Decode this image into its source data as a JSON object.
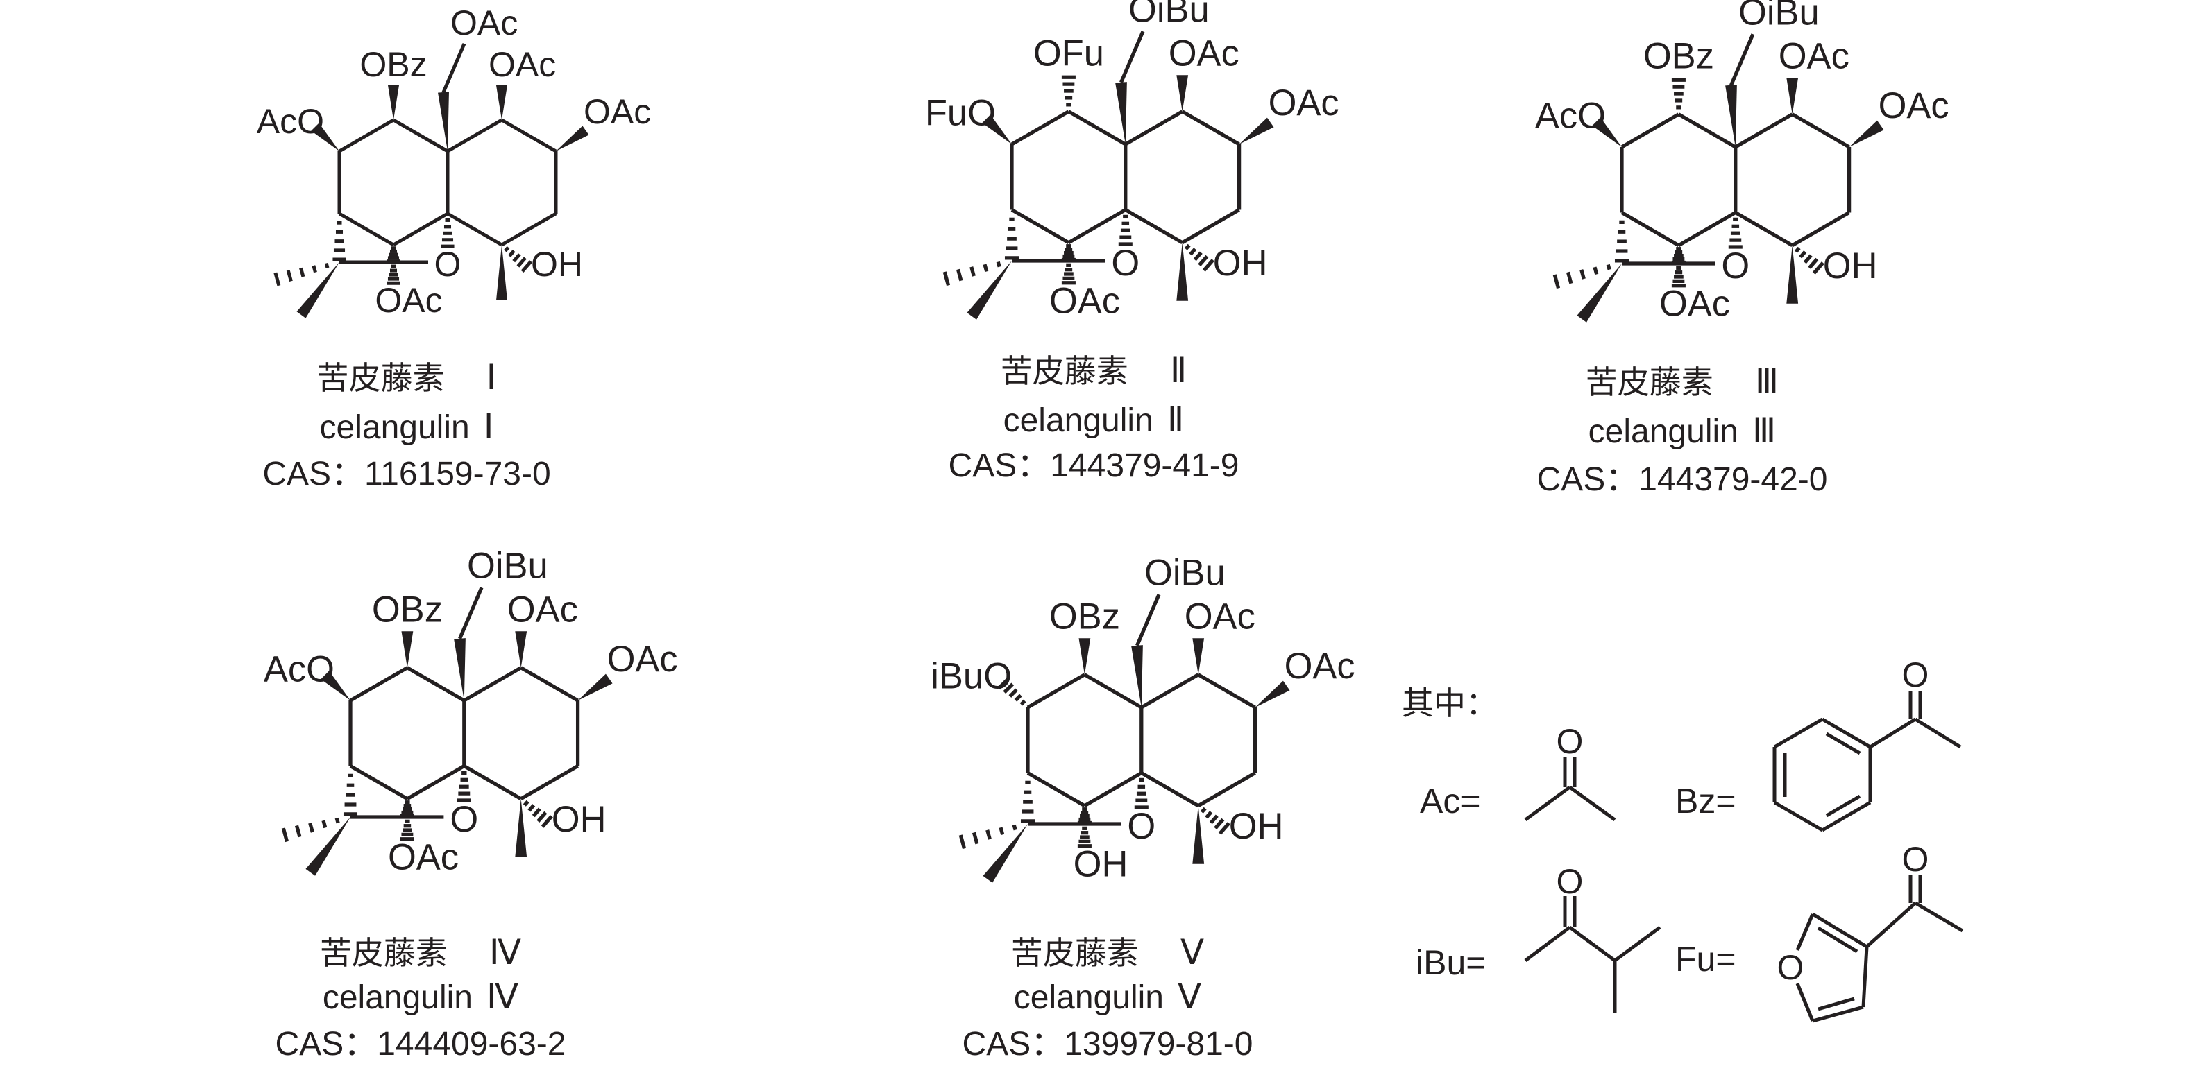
{
  "molecules": [
    {
      "name_cn": "苦皮藤素",
      "numeral": "Ⅰ",
      "name_en": "celangulin",
      "cas_label": "CAS：",
      "cas": "116159-73-0",
      "labels": {
        "a": "AcO",
        "b": "OBz",
        "c": "OAc",
        "d": "OAc",
        "e": "OAc",
        "g": "OH",
        "ring_o": "O",
        "bottom": "OAc"
      }
    },
    {
      "name_cn": "苦皮藤素",
      "numeral": "Ⅱ",
      "name_en": "celangulin",
      "cas_label": "CAS：",
      "cas": "144379-41-9",
      "labels": {
        "a": "FuO",
        "b": "OFu",
        "c": "OiBu",
        "d": "OAc",
        "e": "OAc",
        "g": "OH",
        "ring_o": "O",
        "bottom": "OAc"
      }
    },
    {
      "name_cn": "苦皮藤素",
      "numeral": "Ⅲ",
      "name_en": "celangulin",
      "cas_label": "CAS：",
      "cas": "144379-42-0",
      "labels": {
        "a": "AcO",
        "b": "OBz",
        "c": "OiBu",
        "d": "OAc",
        "e": "OAc",
        "g": "OH",
        "ring_o": "O",
        "bottom": "OAc"
      }
    },
    {
      "name_cn": "苦皮藤素",
      "numeral": "Ⅳ",
      "name_en": "celangulin",
      "cas_label": "CAS：",
      "cas": "144409-63-2",
      "labels": {
        "a": "AcO",
        "b": "OBz",
        "c": "OiBu",
        "d": "OAc",
        "e": "OAc",
        "g": "OH",
        "ring_o": "O",
        "bottom": "OAc"
      }
    },
    {
      "name_cn": "苦皮藤素",
      "numeral": "Ⅴ",
      "name_en": "celangulin",
      "cas_label": "CAS：",
      "cas": "139979-81-0",
      "labels": {
        "a": "iBuO",
        "b": "OBz",
        "c": "OiBu",
        "d": "OAc",
        "e": "OAc",
        "g": "OH",
        "ring_o": "O",
        "bottom": "OH"
      }
    }
  ],
  "legend": {
    "title": "其中：",
    "groups": [
      {
        "label": "Ac=",
        "oxygen": "O"
      },
      {
        "label": "Bz=",
        "oxygen": "O"
      },
      {
        "label": "iBu=",
        "oxygen": "O"
      },
      {
        "label": "Fu=",
        "oxygen": "O",
        "ring_oxygen": "O"
      }
    ]
  }
}
